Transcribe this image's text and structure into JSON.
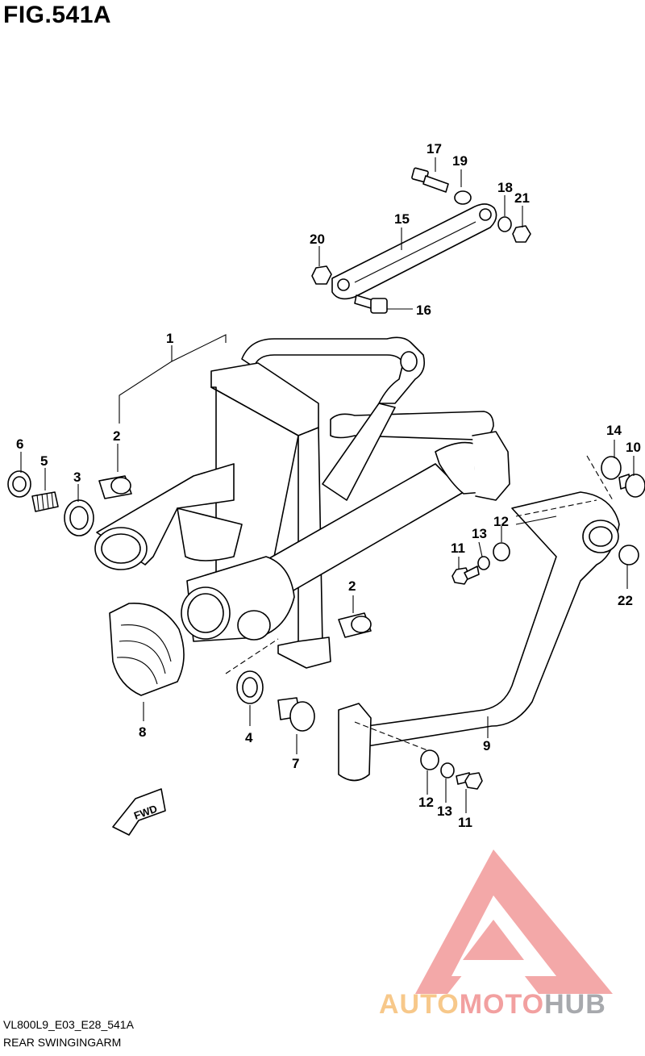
{
  "figure_title": "FIG.541A",
  "footer": {
    "code": "VL800L9_E03_E28_541A",
    "name": "REAR SWINGINGARM"
  },
  "fwd_label": "FWD",
  "watermark": {
    "part1": "AUTO",
    "part2": "MOTO",
    "part3": "HUB",
    "colors": {
      "auto": "#f7c88a",
      "moto": "#f2a0a0",
      "hub": "#a7a9ad",
      "triangle": "#f08c8c"
    }
  },
  "callouts": {
    "c1": "1",
    "c2a": "2",
    "c2b": "2",
    "c3": "3",
    "c4": "4",
    "c5": "5",
    "c6": "6",
    "c7": "7",
    "c8": "8",
    "c9": "9",
    "c10": "10",
    "c11a": "11",
    "c11b": "11",
    "c12a": "12",
    "c12b": "12",
    "c13a": "13",
    "c13b": "13",
    "c14": "14",
    "c15": "15",
    "c16": "16",
    "c17": "17",
    "c18": "18",
    "c19": "19",
    "c20": "20",
    "c21": "21",
    "c22": "22"
  }
}
